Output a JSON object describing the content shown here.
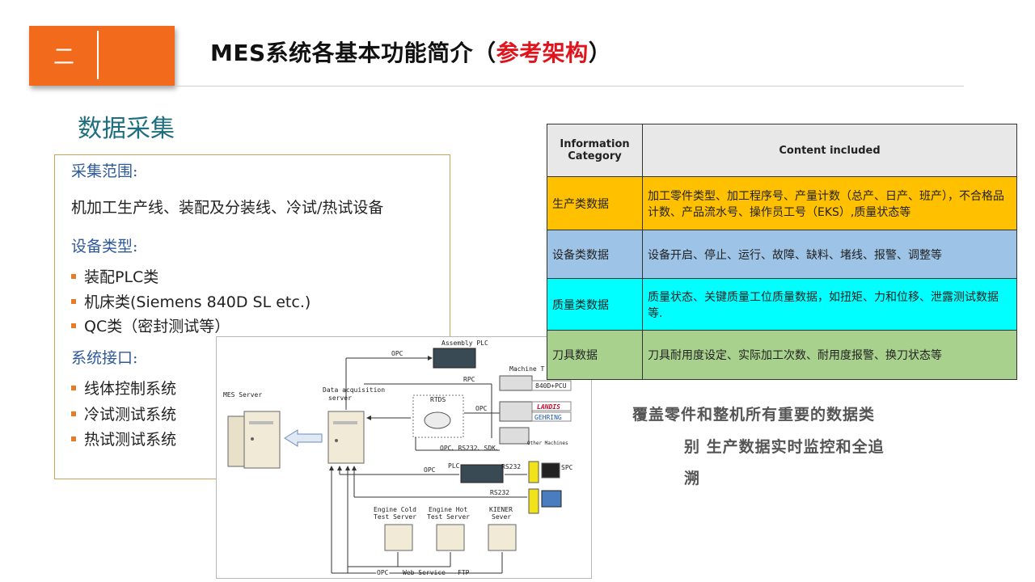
{
  "header": {
    "section_number": "二",
    "title_main": "MES系统各基本功能简介（",
    "title_accent": "参考架构",
    "title_end": "）"
  },
  "section_title": "数据采集",
  "left_box": {
    "scope_label": "采集范围:",
    "scope_text": "机加工生产线、装配及分装线、冷试/热试设备",
    "device_label": "设备类型:",
    "device_items": [
      "装配PLC类",
      "机床类(Siemens 840D SL etc.)",
      "QC类（密封测试等）"
    ],
    "interface_label": "系统接口:",
    "interface_items": [
      "线体控制系统",
      "冷试测试系统",
      "热试测试系统"
    ]
  },
  "diagram": {
    "assembly_plc": "Assembly PLC",
    "machine_tool": "Machine T",
    "opc1": "OPC",
    "rpc": "RPC",
    "mes_server": "MES Server",
    "daq_line1": "Data acquisition",
    "daq_line2": "server",
    "rtds": "RTDS",
    "opc2": "OPC",
    "pcu": "840D+PCU",
    "landis": "LANDIS",
    "gehring": "GEHRING",
    "other_machines": "Other Machines",
    "protocols": "OPC、RS232、SDK、",
    "opc3": "OPC",
    "plc": "PLC",
    "rs232a": "RS232",
    "spc": "SPC",
    "rs232b": "RS232",
    "cold_line1": "Engine Cold",
    "cold_line2": "Test Server",
    "hot_line1": "Engine Hot",
    "hot_line2": "Test Server",
    "kiener_line1": "KIENER",
    "kiener_line2": "Sever",
    "bottom_opc": "OPC",
    "bottom_ws": "Web Service",
    "bottom_ftp": "FTP"
  },
  "table": {
    "header_col1_line1": "Information",
    "header_col1_line2": "Category",
    "header_col2": "Content included",
    "rows": [
      {
        "category": "生产类数据",
        "content": "加工零件类型、加工程序号、产量计数（总产、日产、班产），不合格品计数、产品流水号、操作员工号（EKS）,质量状态等"
      },
      {
        "category": "设备类数据",
        "content": "设备开启、停止、运行、故障、缺料、堵线、报警、调整等"
      },
      {
        "category": "质量类数据",
        "content": "质量状态、关键质量工位质量数据，如扭矩、力和位移、泄露测试数据等."
      },
      {
        "category": "刀具数据",
        "content": "刀具耐用度设定、实际加工次数、耐用度报警、换刀状态等"
      }
    ]
  },
  "summary": {
    "line1": "覆盖零件和整机所有重要的数据类",
    "line2": "别 生产数据实时监控和全追",
    "line3": "溯"
  },
  "colors": {
    "badge": "#f26a1b",
    "accent_red": "#e0141c",
    "section_title": "#1f6e80",
    "label_blue": "#2e5a9a",
    "row_production": "#ffc000",
    "row_equipment": "#9dc3e6",
    "row_quality": "#00ffff",
    "row_tool": "#a9d18e"
  }
}
